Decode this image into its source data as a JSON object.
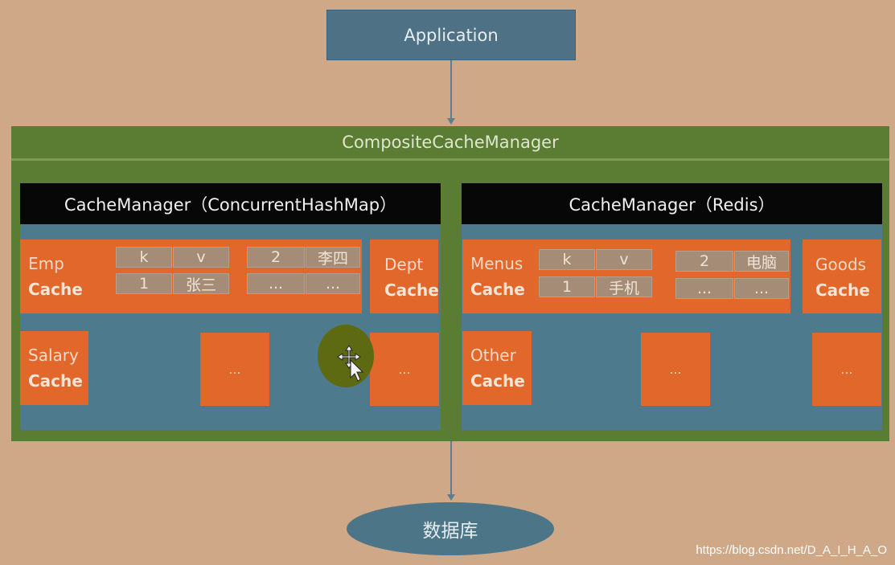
{
  "application": {
    "label": "Application"
  },
  "composite": {
    "title": "CompositeCacheManager"
  },
  "left_manager": {
    "title": "CacheManager（ConcurrentHashMap）",
    "emp_cache": {
      "line1": "Emp",
      "line2": "Cache"
    },
    "kv_rows": [
      [
        "k",
        "v"
      ],
      [
        "1",
        "张三"
      ]
    ],
    "kv_rows_right": [
      [
        "2",
        "李四"
      ],
      [
        "...",
        "..."
      ]
    ],
    "dept_cache": {
      "line1": "Dept",
      "line2": "Cache"
    },
    "salary_cache": {
      "line1": "Salary",
      "line2": "Cache"
    },
    "more1": "...",
    "more2": "..."
  },
  "right_manager": {
    "title": "CacheManager（Redis）",
    "menus_cache": {
      "line1": "Menus",
      "line2": "Cache"
    },
    "kv_rows": [
      [
        "k",
        "v"
      ],
      [
        "1",
        "手机"
      ]
    ],
    "kv_rows_right": [
      [
        "2",
        "电脑"
      ],
      [
        "...",
        "..."
      ]
    ],
    "goods_cache": {
      "line1": "Goods",
      "line2": "Cache"
    },
    "other_cache": {
      "line1": "Other",
      "line2": "Cache"
    },
    "more1": "...",
    "more2": "..."
  },
  "database": {
    "label": "数据库"
  },
  "watermark": "https://blog.csdn.net/D_A_I_H_A_O",
  "colors": {
    "background": "#cfa888",
    "blue_box": "#4e7185",
    "green_frame": "#5b7c33",
    "orange_cache": "#e2672a",
    "black_header": "#070707"
  }
}
